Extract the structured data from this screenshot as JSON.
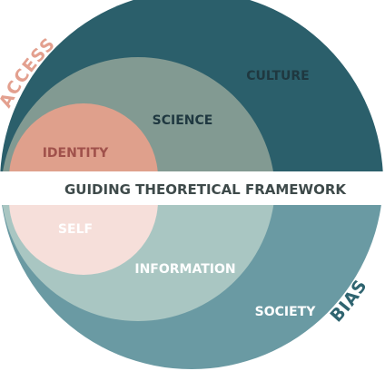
{
  "diagram": {
    "band_label": "GUIDING THEORETICAL FRAMEWORK",
    "top_half": {
      "outer": "CULTURE",
      "middle": "SCIENCE",
      "inner": "IDENTITY",
      "side_label": "ACCESS"
    },
    "bottom_half": {
      "outer": "SOCIETY",
      "middle": "INFORMATION",
      "inner": "SELF",
      "side_label": "BIAS"
    }
  },
  "colors": {
    "culture": "#2b5f6b",
    "science": "#829a92",
    "identity": "#dfa08c",
    "society": "#6a9aa3",
    "information": "#a9c6c2",
    "self": "#f6dfda",
    "band_text": "#3e4a4a",
    "access_text": "#e3a08f",
    "bias_text": "#2f6470",
    "light_text": "#ffffff",
    "dark_text": "#1f3840",
    "identity_text": "#a0514b"
  }
}
